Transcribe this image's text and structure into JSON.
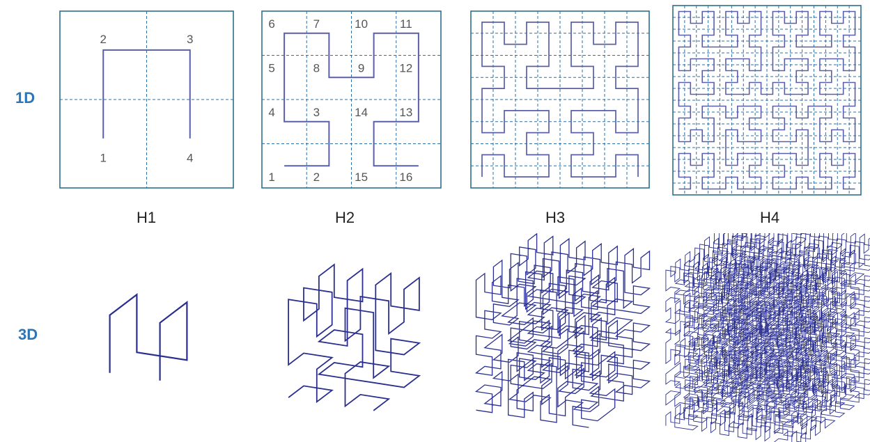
{
  "row_labels": {
    "one_d": "1D",
    "three_d": "3D"
  },
  "levels": [
    {
      "name": "H1",
      "order": 1,
      "grid": 2,
      "numbered_points": [
        "1",
        "2",
        "3",
        "4"
      ]
    },
    {
      "name": "H2",
      "order": 2,
      "grid": 4,
      "numbered_points": [
        "1",
        "2",
        "3",
        "4",
        "5",
        "6",
        "7",
        "8",
        "9",
        "10",
        "11",
        "12",
        "13",
        "14",
        "15",
        "16"
      ]
    },
    {
      "name": "H3",
      "order": 3,
      "grid": 8,
      "numbered_points": []
    },
    {
      "name": "H4",
      "order": 4,
      "grid": 16,
      "numbered_points": []
    }
  ],
  "colors": {
    "curve": "#5a5fa8",
    "grid_dash": "#2b6fa6",
    "frame": "#2b6f8a",
    "number": "#555555",
    "curve3d": "#2a2f8f",
    "row_label": "#2e75b6"
  }
}
